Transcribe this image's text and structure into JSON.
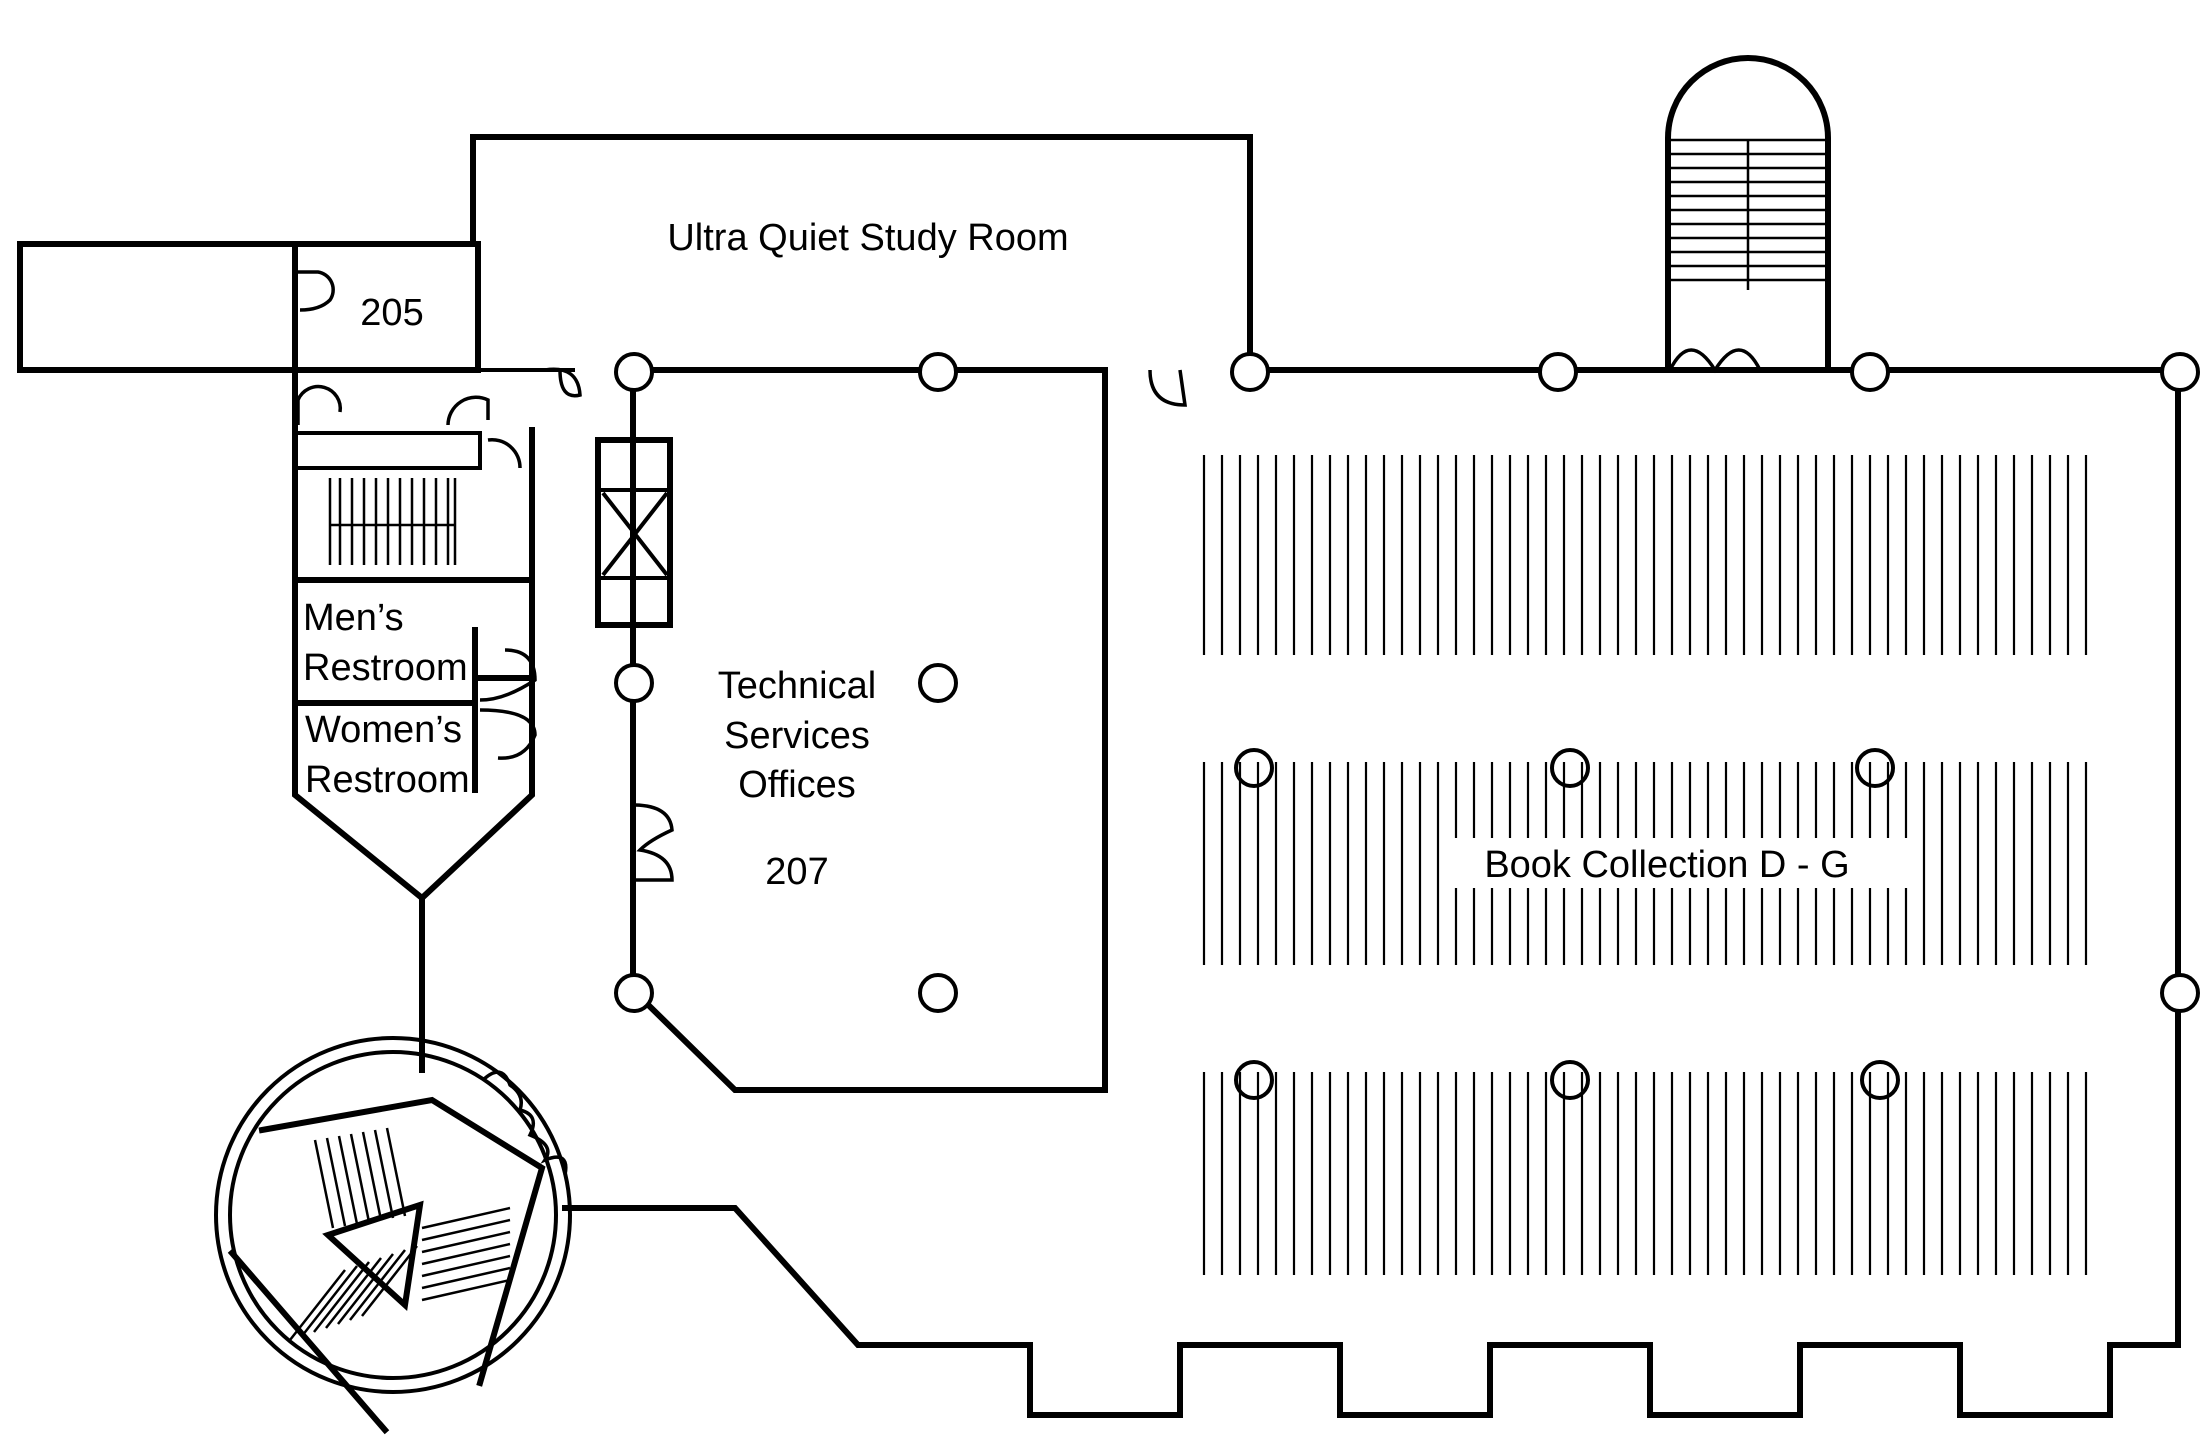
{
  "floor_plan": {
    "rooms": {
      "study_room": "Ultra Quiet Study Room",
      "room_205": "205",
      "mens_restroom": [
        "Men’s",
        "Restroom"
      ],
      "womens_restroom": [
        "Women’s",
        "Restroom"
      ],
      "technical_services": [
        "Technical",
        "Services",
        "Offices"
      ],
      "room_207": "207",
      "book_collection": "Book Collection D - G"
    }
  }
}
